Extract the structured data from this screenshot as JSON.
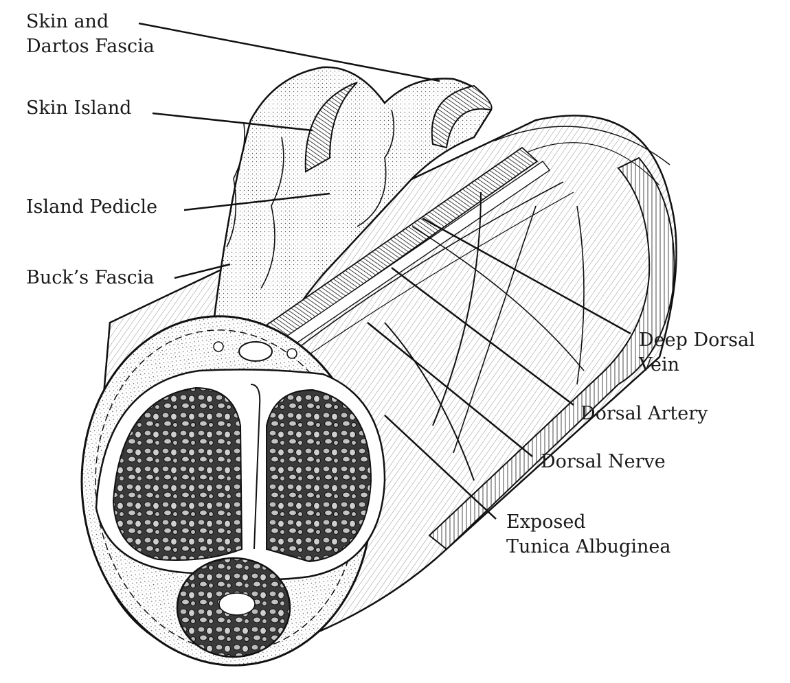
{
  "labels": {
    "skin_dartos": {
      "line1": "Skin and",
      "line2": "Dartos Fascia"
    },
    "skin_island": "Skin Island",
    "island_pedicle": "Island Pedicle",
    "bucks_fascia": "Buck’s Fascia",
    "deep_dorsal_vein": {
      "line1": "Deep Dorsal",
      "line2": "Vein"
    },
    "dorsal_artery": "Dorsal Artery",
    "dorsal_nerve": "Dorsal Nerve",
    "tunica": {
      "line1": "Exposed",
      "line2": "Tunica Albuginea"
    }
  },
  "colors": {
    "ink": "#1a1a1a",
    "paper": "#ffffff",
    "stipple": "#cfcfcf"
  }
}
